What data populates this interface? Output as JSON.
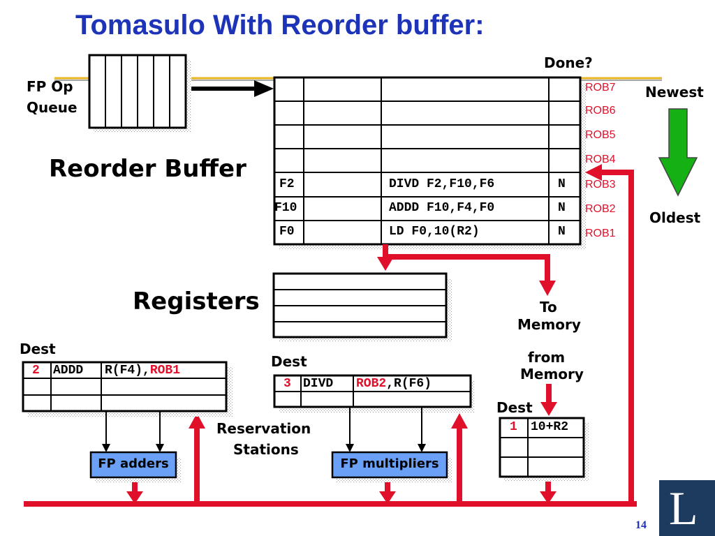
{
  "slide": {
    "title": "Tomasulo With Reorder buffer:",
    "page_number": "14",
    "logo_letter": "L"
  },
  "queue": {
    "label_line1": "FP Op",
    "label_line2": "Queue"
  },
  "rob": {
    "title": "Reorder Buffer",
    "done_header": "Done?",
    "newest_label": "Newest",
    "oldest_label": "Oldest",
    "rows": [
      {
        "tag": "ROB7",
        "dest": "",
        "instr": "",
        "done": ""
      },
      {
        "tag": "ROB6",
        "dest": "",
        "instr": "",
        "done": ""
      },
      {
        "tag": "ROB5",
        "dest": "",
        "instr": "",
        "done": ""
      },
      {
        "tag": "ROB4",
        "dest": "",
        "instr": "",
        "done": ""
      },
      {
        "tag": "ROB3",
        "dest": "F2",
        "instr": "DIVD F2,F10,F6",
        "done": "N"
      },
      {
        "tag": "ROB2",
        "dest": "F10",
        "instr": "ADDD F10,F4,F0",
        "done": "N"
      },
      {
        "tag": "ROB1",
        "dest": "F0",
        "instr": "LD F0,10(R2)",
        "done": "N"
      }
    ]
  },
  "registers": {
    "title": "Registers"
  },
  "memory": {
    "to_line1": "To",
    "to_line2": "Memory",
    "from_line1": "from",
    "from_line2": "Memory"
  },
  "rs_adders": {
    "dest_label": "Dest",
    "row1": {
      "dest": "2",
      "op": "ADDD",
      "operands_plain": "R(F4),",
      "operands_tag": "ROB1"
    },
    "unit_label": "FP adders"
  },
  "rs_multipliers": {
    "dest_label": "Dest",
    "row1": {
      "dest": "3",
      "op": "DIVD",
      "operands_tag": "ROB2",
      "operands_plain": ",R(F6)"
    },
    "unit_label": "FP multipliers"
  },
  "load_buffer": {
    "dest_label": "Dest",
    "row1": {
      "dest": "1",
      "addr": "10+R2"
    }
  },
  "reservation_stations": {
    "line1": "Reservation",
    "line2": "Stations"
  },
  "colors": {
    "title": "#1d33b8",
    "accent_red": "#e0102b",
    "unit_fill": "#6aa0f5",
    "arrow_green": "#14b014",
    "bus_yellow": "#e8b422"
  }
}
